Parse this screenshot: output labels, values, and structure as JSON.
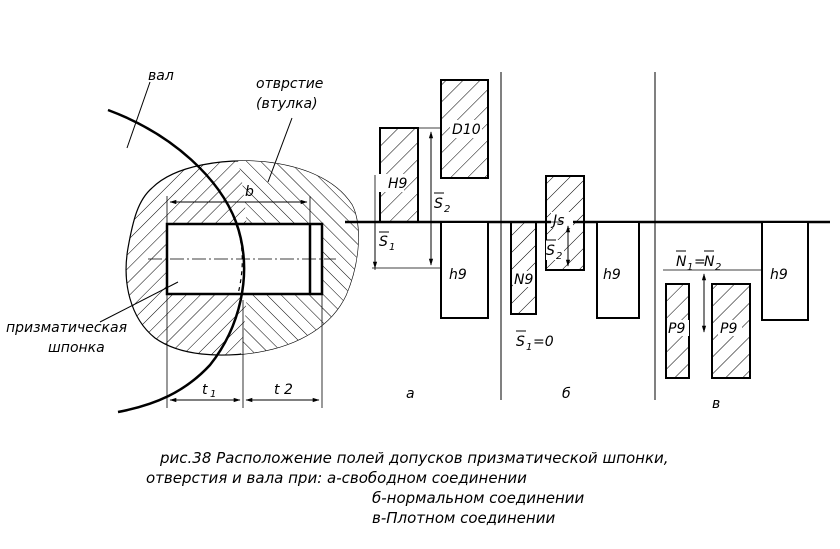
{
  "labels": {
    "shaft": "вал",
    "hole_line1": "отврстие",
    "hole_line2": "(втулка)",
    "key_line1": "призматическая",
    "key_line2": "шпонка",
    "b": "b",
    "t1": "t",
    "t1_sub": "1",
    "t2": "t 2"
  },
  "fields": {
    "h9": "h9",
    "h9_label": "H9",
    "d10": "D10",
    "n9": "N9",
    "js": "Js",
    "p9": "P9"
  },
  "clearances": {
    "s1": "S",
    "s1_sub": "1",
    "s2": "S",
    "s2_sub": "2",
    "s1_zero": "S",
    "s1_zero_sub": "1",
    "s1_zero_val": "=0",
    "n1": "N",
    "n1_sub": "1",
    "eq": "=",
    "n2": "N",
    "n2_sub": "2"
  },
  "sections": {
    "a": "а",
    "b": "б",
    "v": "в"
  },
  "caption": {
    "line1": "рис.38 Расположение полей допусков призматической шпонки,",
    "line2": "отверстия и вала при: а-свободном соединении",
    "line3": "б-нормальном соединении",
    "line4": "в-Плотном соединении"
  }
}
